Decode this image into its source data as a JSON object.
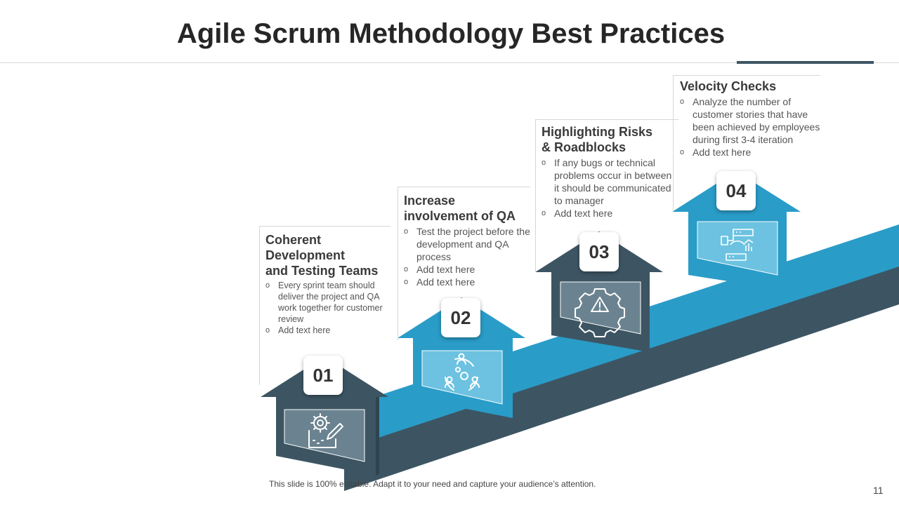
{
  "title": "Agile Scrum Methodology Best Practices",
  "footer": "This slide is 100% editable. Adapt it to your need and capture your audience’s attention.",
  "page_number": "11",
  "colors": {
    "dark": "#3d5563",
    "light": "#2a9cc8",
    "accent_rule": "#3d5563"
  },
  "steps": [
    {
      "number": "01",
      "icon": "gear-pencil-icon",
      "title_lines": [
        "Coherent",
        "Development",
        "and Testing Teams"
      ],
      "bullets": [
        "Every sprint team should deliver the project and QA work together for customer review",
        "Add text here"
      ]
    },
    {
      "number": "02",
      "icon": "team-cycle-icon",
      "title_lines": [
        "Increase",
        "involvement of QA"
      ],
      "bullets": [
        "Test the project before the development and QA process",
        "Add text here",
        "Add text here"
      ]
    },
    {
      "number": "03",
      "icon": "gear-warning-icon",
      "title_lines": [
        "Highlighting Risks",
        "& Roadblocks"
      ],
      "bullets": [
        "If any bugs or technical problems occur in between it should be communicated to manager",
        "Add text here"
      ]
    },
    {
      "number": "04",
      "icon": "server-growth-icon",
      "title_lines": [
        "Velocity Checks"
      ],
      "bullets": [
        "Analyze the number of customer stories that have been achieved by employees during first 3-4 iteration",
        "Add text here"
      ]
    }
  ]
}
